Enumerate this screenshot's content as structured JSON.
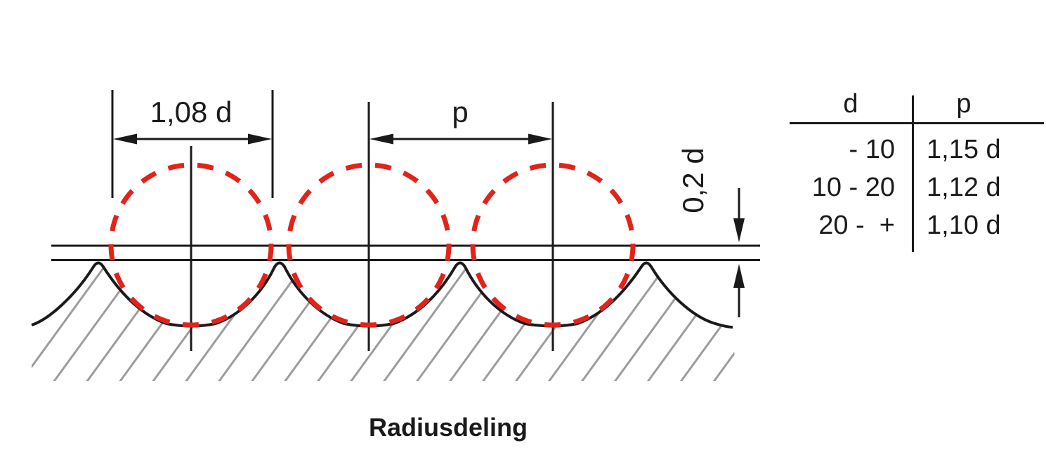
{
  "figure": {
    "caption": "Radiusdeling",
    "labels": {
      "dim_width": "1,08 d",
      "dim_pitch": "p",
      "dim_depth": "0,2 d"
    },
    "table": {
      "headers": {
        "d": "d",
        "p": "p"
      },
      "rows": [
        {
          "d": "- 10",
          "p": "1,15 d"
        },
        {
          "d": "10 - 20",
          "p": "1,12 d"
        },
        {
          "d": "20 -  +",
          "p": "1,10 d"
        }
      ]
    },
    "colors": {
      "circle_red": "#e2231a",
      "line_black": "#1a1a1a",
      "hatch_gray": "#9c9c9c"
    }
  }
}
